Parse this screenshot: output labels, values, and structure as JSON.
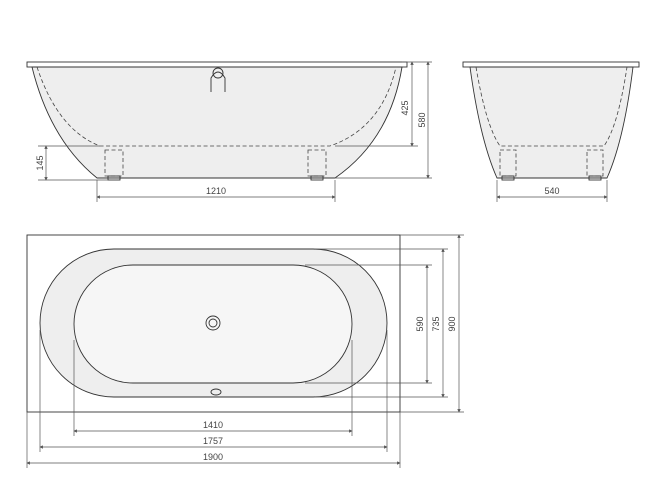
{
  "drawing": {
    "side_view": {
      "dim_length_feet": "1210",
      "dim_height_overall": "580",
      "dim_depth_inner": "425",
      "dim_height_feet": "145"
    },
    "end_view": {
      "dim_width_feet": "540"
    },
    "top_view": {
      "dim_length_inner": "1410",
      "dim_length_mid": "1757",
      "dim_length_overall": "1900",
      "dim_width_inner": "590",
      "dim_width_mid": "735",
      "dim_width_overall": "900"
    },
    "colors": {
      "line": "#333333",
      "fill": "#eeeeee",
      "text": "#444444"
    }
  }
}
